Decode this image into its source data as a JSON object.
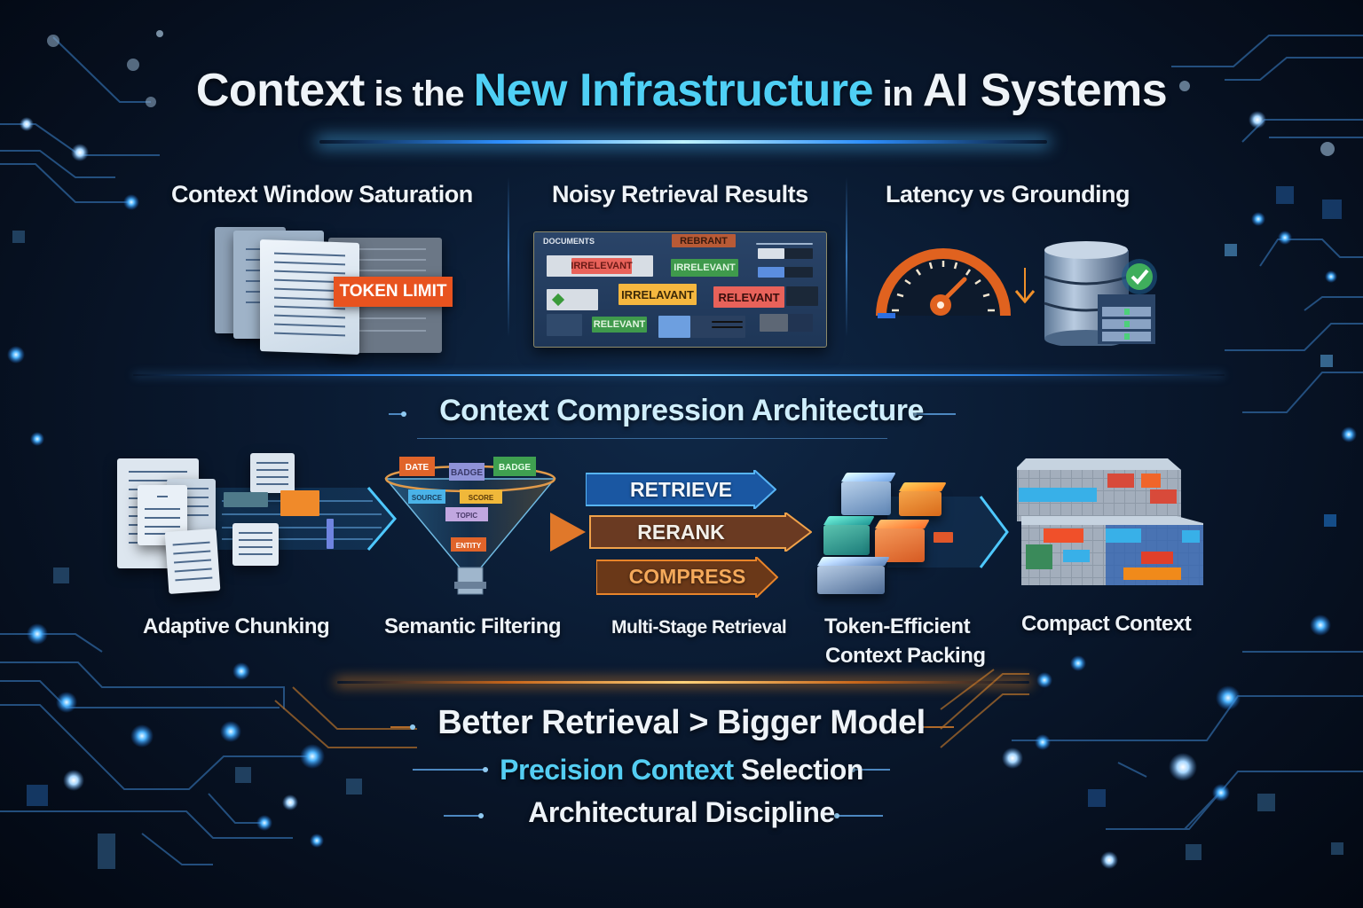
{
  "title": {
    "part1": "Context",
    "part2": " is the ",
    "part3": "New Infrastructure",
    "part4": " in ",
    "part5": "AI Systems"
  },
  "challenges": [
    {
      "title": "Context Window Saturation",
      "badge": "TOKEN LIMIT",
      "icon": "document-stack-icon"
    },
    {
      "title": "Noisy Retrieval Results",
      "icon": "retrieval-results-panel",
      "panel_header": "DOCUMENTS",
      "tags": [
        {
          "label": "REBRANT",
          "color": "#b85a36"
        },
        {
          "label": "IRRELEVANT",
          "color": "#e8625a"
        },
        {
          "label": "IRRELEVANT",
          "color": "#3f9a4c"
        },
        {
          "label": "IRRELAVANT",
          "color": "#f5b73f"
        },
        {
          "label": "RELEVANT",
          "color": "#e8625a"
        },
        {
          "label": "RELEVANT",
          "color": "#3f9a4c"
        }
      ]
    },
    {
      "title": "Latency vs Grounding",
      "icons": [
        "speedometer-icon",
        "arrow-down-icon",
        "database-icon",
        "checkmark-badge-icon",
        "server-rack-icon"
      ]
    }
  ],
  "architecture": {
    "title": "Context Compression Architecture",
    "steps": [
      {
        "label": "Adaptive Chunking",
        "icon": "chunked-documents-icon"
      },
      {
        "label": "Semantic Filtering",
        "icon": "funnel-icon",
        "funnel_tags": [
          "DATE",
          "BADGE",
          "BADGE",
          "SOURCE",
          "SCORE",
          "TOPIC",
          "ENTITY"
        ]
      },
      {
        "label": "Multi-Stage Retrieval",
        "stages": [
          "RETRIEVE",
          "RERANK",
          "COMPRESS"
        ]
      },
      {
        "label_line1": "Token-Efficient",
        "label_line2": "Context Packing",
        "icon": "packed-boxes-icon"
      },
      {
        "label": "Compact Context",
        "icon": "compact-blocks-icon"
      }
    ]
  },
  "slogans": {
    "line1": "Better Retrieval > Bigger Model",
    "line2_highlight": "Precision Context",
    "line2_rest": " Selection",
    "line3": "Architectural Discipline"
  },
  "colors": {
    "accent_cyan": "#4fd0f5",
    "accent_orange": "#e8531f",
    "background": "#0a1a31",
    "retrieve_blue": "#1f5fb0",
    "rerank_brown": "#6a3a22",
    "compress_orange": "#f0a04a"
  }
}
